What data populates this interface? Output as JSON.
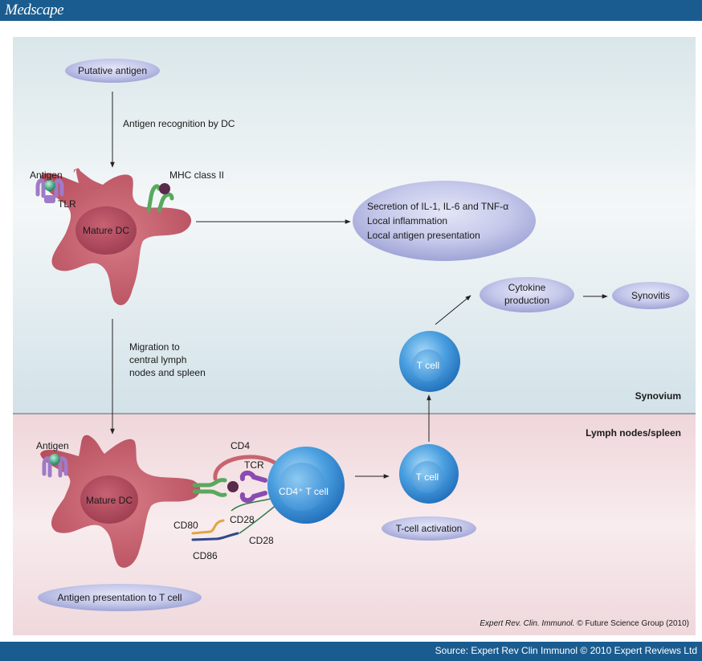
{
  "header": {
    "brand": "Medscape"
  },
  "footer": {
    "source": "Source: Expert Rev Clin Immunol © 2010 Expert Reviews Ltd"
  },
  "diagram": {
    "regions": {
      "top": "Synovium",
      "bottom": "Lymph nodes/spleen"
    },
    "nodes": {
      "putative_antigen": "Putative antigen",
      "mature_dc_top": "Mature DC",
      "mature_dc_bottom": "Mature DC",
      "secretion": [
        "Secretion of IL-1, IL-6 and TNF-α",
        "Local inflammation",
        "Local antigen presentation"
      ],
      "cytokine": [
        "Cytokine",
        "production"
      ],
      "synovitis": "Synovitis",
      "t_cell_top": "T cell",
      "t_cell_bottom": "T cell",
      "t_cell_activation": "T-cell activation",
      "cd4_t_cell": "CD4⁺ T cell",
      "antigen_presentation": "Antigen presentation to T cell"
    },
    "labels": {
      "antigen_recognition": "Antigen recognition by DC",
      "antigen_top": "Antigen",
      "tlr": "TLR",
      "mhc": "MHC class II",
      "migration": [
        "Migration to",
        "central lymph",
        "nodes and spleen"
      ],
      "antigen_bottom": "Antigen",
      "cd4": "CD4",
      "tcr": "TCR",
      "cd28_a": "CD28",
      "cd28_b": "CD28",
      "cd80": "CD80",
      "cd86": "CD86"
    },
    "credit": {
      "journal": "Expert Rev. Clin. Immunol.",
      "rest": " © Future Science Group (2010)"
    },
    "colors": {
      "synovium_bg": "#dde8ec",
      "lymph_bg": "#f0dcdf",
      "dc_body": "#c25e6c",
      "nucleus": "#a84458",
      "ellipse": "#c5c8ea",
      "t_cell": "#3a8fd4",
      "header_bar": "#1a5c8f"
    }
  }
}
